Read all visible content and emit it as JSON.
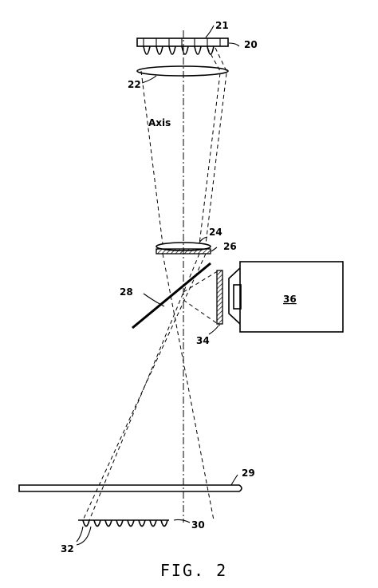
{
  "labels": {
    "l20": "20",
    "l21": "21",
    "l22": "22",
    "axis": "Axis",
    "l24": "24",
    "l26": "26",
    "l28": "28",
    "l34": "34",
    "l36": "36",
    "l29": "29",
    "l30": "30",
    "l32": "32"
  },
  "caption": "FIG. 2"
}
